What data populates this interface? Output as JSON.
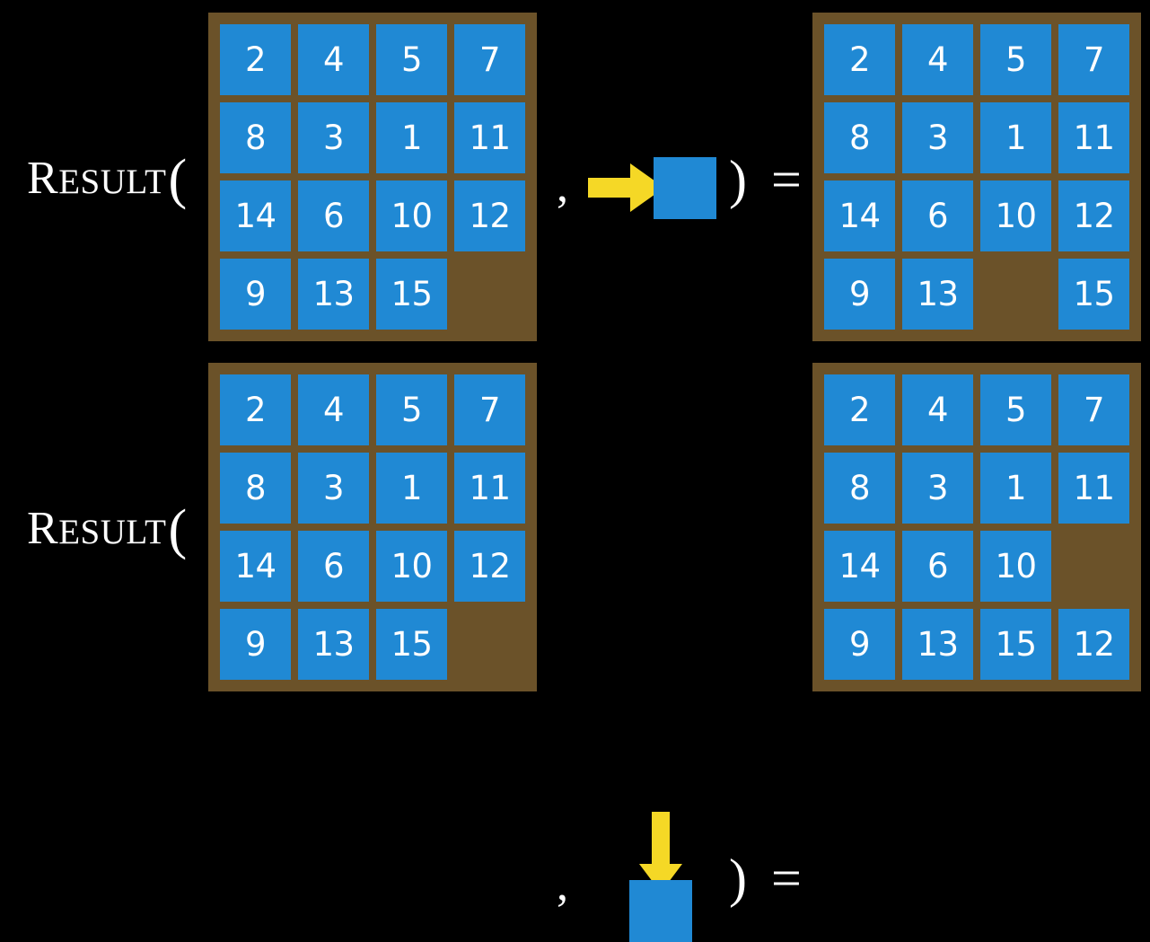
{
  "colors": {
    "background": "#000000",
    "board": "#6b5229",
    "tile": "#2089d4",
    "tile_text": "#ffffff",
    "arrow": "#f5d826",
    "text": "#ffffff"
  },
  "label": {
    "cap": "R",
    "small": "ESULT",
    "paren_open": "(",
    "comma": ",",
    "close_equals": ") ="
  },
  "rows": [
    {
      "name": "slide-right",
      "input_board": {
        "rows": 4,
        "cols": 4,
        "tiles": [
          [
            "2",
            "4",
            "5",
            "7"
          ],
          [
            "8",
            "3",
            "1",
            "11"
          ],
          [
            "14",
            "6",
            "10",
            "12"
          ],
          [
            "9",
            "13",
            "15",
            ""
          ]
        ]
      },
      "action": {
        "arrow_direction": "right",
        "arrow_icon": "arrow-right-icon",
        "tile_label": ""
      },
      "output_board": {
        "rows": 4,
        "cols": 4,
        "tiles": [
          [
            "2",
            "4",
            "5",
            "7"
          ],
          [
            "8",
            "3",
            "1",
            "11"
          ],
          [
            "14",
            "6",
            "10",
            "12"
          ],
          [
            "9",
            "13",
            "",
            "15"
          ]
        ]
      }
    },
    {
      "name": "slide-down",
      "input_board": {
        "rows": 4,
        "cols": 4,
        "tiles": [
          [
            "2",
            "4",
            "5",
            "7"
          ],
          [
            "8",
            "3",
            "1",
            "11"
          ],
          [
            "14",
            "6",
            "10",
            "12"
          ],
          [
            "9",
            "13",
            "15",
            ""
          ]
        ]
      },
      "action": {
        "arrow_direction": "down",
        "arrow_icon": "arrow-down-icon",
        "tile_label": ""
      },
      "output_board": {
        "rows": 4,
        "cols": 4,
        "tiles": [
          [
            "2",
            "4",
            "5",
            "7"
          ],
          [
            "8",
            "3",
            "1",
            "11"
          ],
          [
            "14",
            "6",
            "10",
            ""
          ],
          [
            "9",
            "13",
            "15",
            "12"
          ]
        ]
      }
    }
  ]
}
